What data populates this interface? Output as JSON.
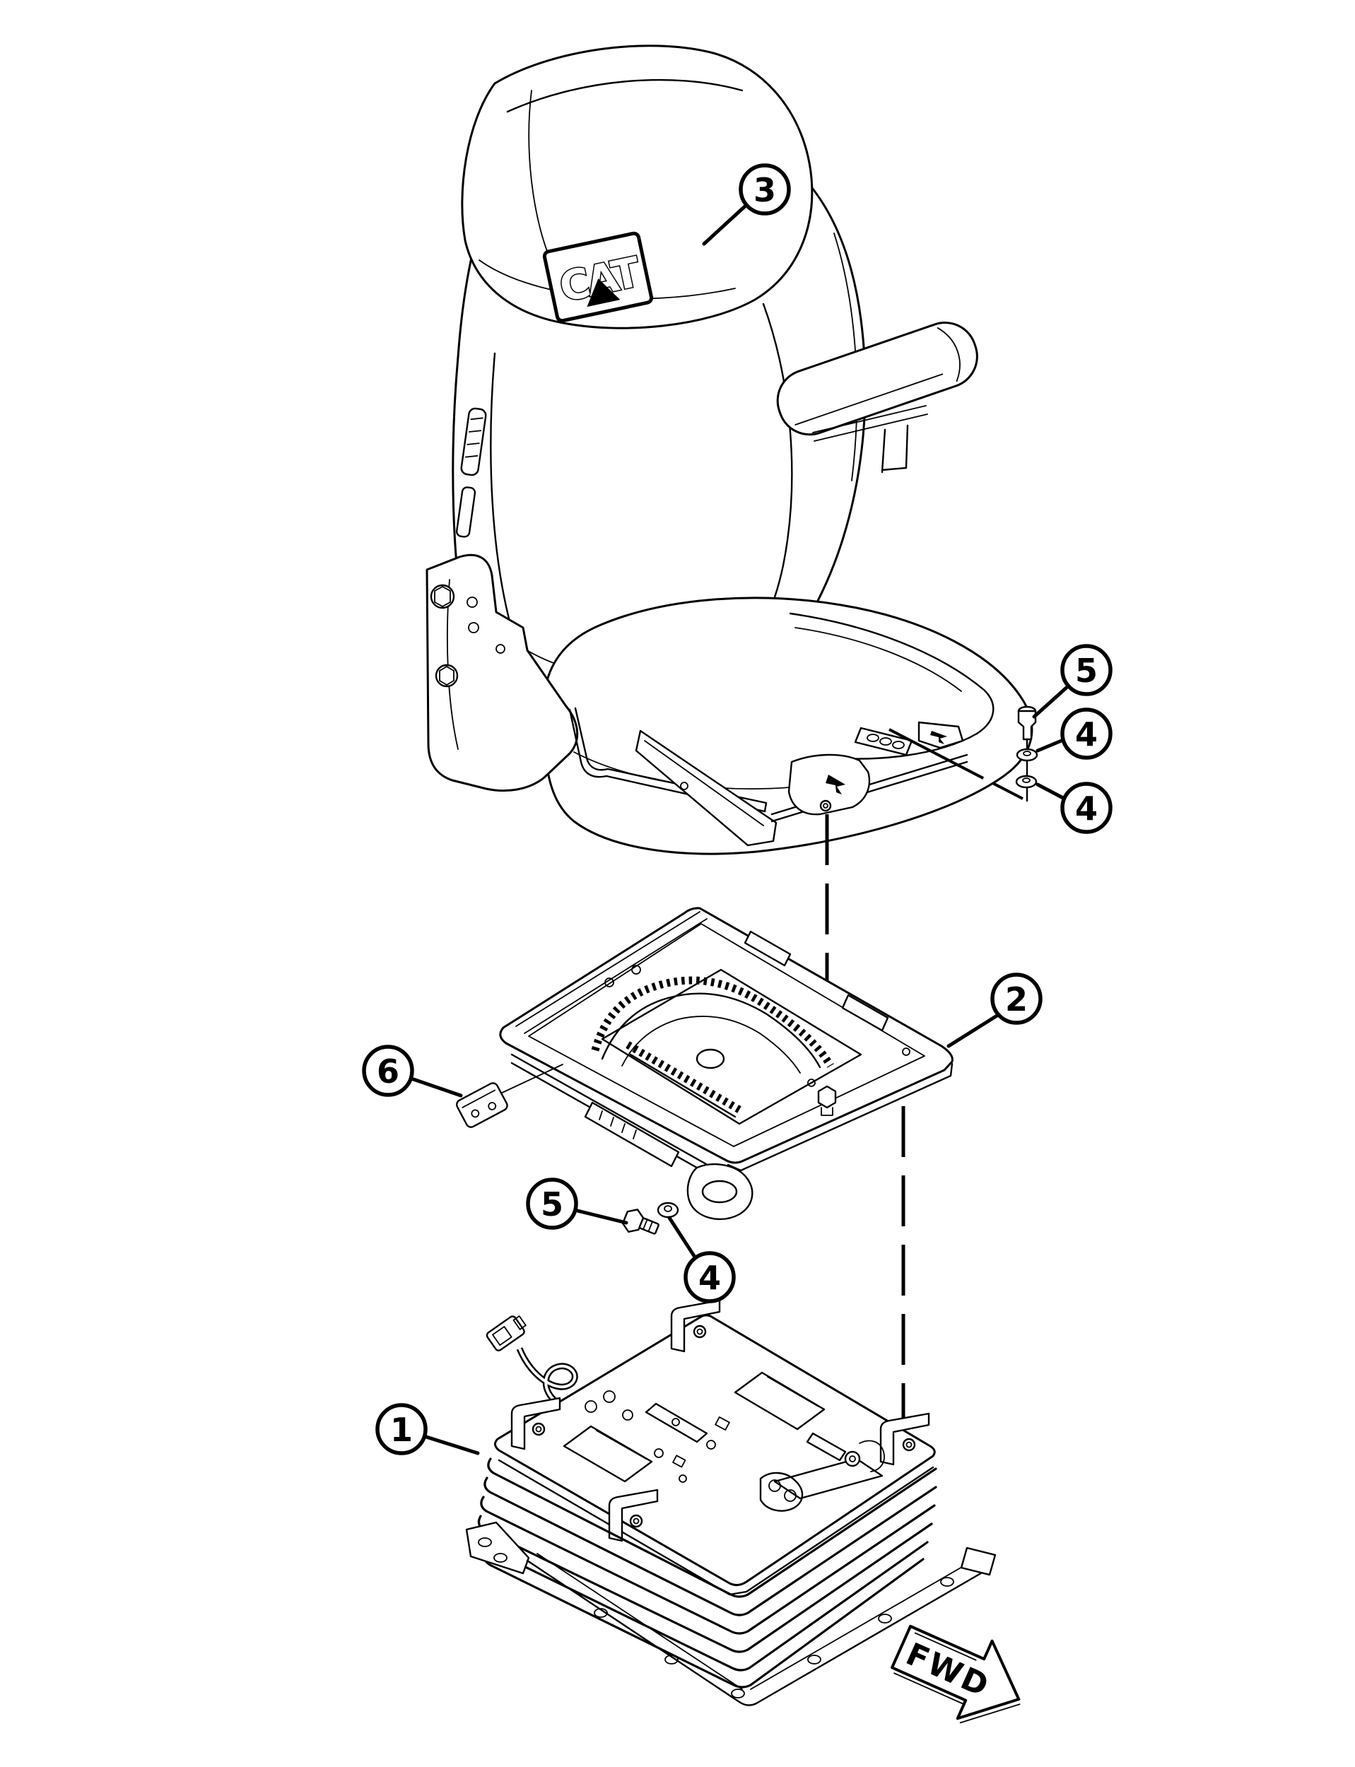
{
  "page": {
    "background": "#ffffff",
    "line_color": "#000000"
  },
  "branding": {
    "seat_logo": "CAT"
  },
  "orientation": {
    "fwd_label": "FWD"
  },
  "callouts": [
    {
      "id": "seat",
      "label": "3"
    },
    {
      "id": "bolt-upper",
      "label": "5"
    },
    {
      "id": "washer-upper-1",
      "label": "4"
    },
    {
      "id": "washer-upper-2",
      "label": "4"
    },
    {
      "id": "swivel-plate",
      "label": "2"
    },
    {
      "id": "switch-block",
      "label": "6"
    },
    {
      "id": "bolt-lower",
      "label": "5"
    },
    {
      "id": "washer-lower",
      "label": "4"
    },
    {
      "id": "suspension-base",
      "label": "1"
    }
  ]
}
